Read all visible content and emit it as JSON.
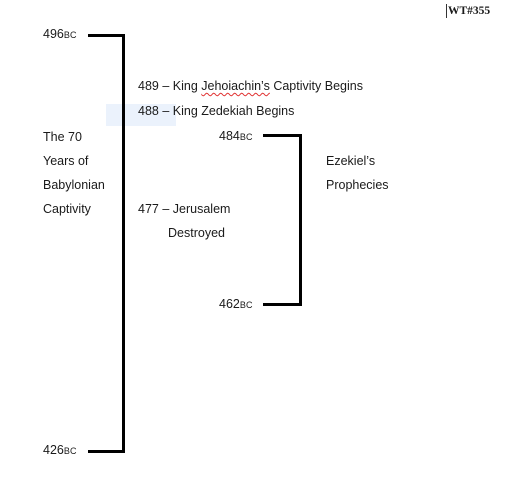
{
  "document_ref": "WT#355",
  "timeline_main": {
    "start_year": "496",
    "end_year": "426",
    "era_suffix": "BC",
    "label_lines": [
      "The 70",
      "Years of",
      "Babylonian",
      "Captivity"
    ]
  },
  "events": [
    {
      "year": "489",
      "dash": "–",
      "text_before": "King ",
      "text_marked": "Jehoiachin’s",
      "text_after": " Captivity Begins"
    },
    {
      "year": "488",
      "dash": "–",
      "text": "King Zedekiah Begins"
    },
    {
      "year": "477",
      "dash": "–",
      "text_line1": "Jerusalem",
      "text_line2": "Destroyed"
    }
  ],
  "timeline_sub": {
    "start_year": "484",
    "end_year": "462",
    "era_suffix": "BC",
    "label_lines": [
      "Ezekiel’s",
      "Prophecies"
    ]
  },
  "colors": {
    "line": "#000000",
    "spellcheck": "#e03030",
    "selection": "#e8f0fb"
  }
}
